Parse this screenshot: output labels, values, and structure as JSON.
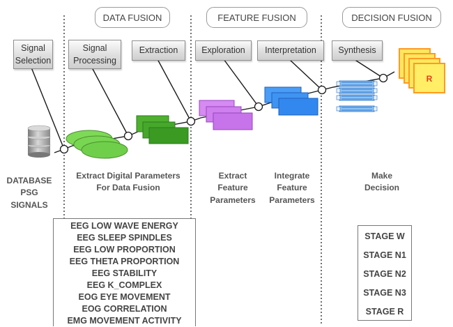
{
  "phases": {
    "data_fusion": "DATA FUSION",
    "feature_fusion": "FEATURE FUSION",
    "decision_fusion": "DECISION FUSION"
  },
  "steps": {
    "signal_selection": [
      "Signal",
      "Selection"
    ],
    "signal_processing": [
      "Signal",
      "Processing"
    ],
    "extraction": "Extraction",
    "exploration": "Exploration",
    "interpretation": "Interpretation",
    "synthesis": "Synthesis"
  },
  "labels": {
    "database": [
      "DATABASE",
      "PSG",
      "SIGNALS"
    ],
    "extract_digital": [
      "Extract Digital Parameters",
      "For Data Fusion"
    ],
    "extract_feature": [
      "Extract",
      "Feature",
      "Parameters"
    ],
    "integrate_feature": [
      "Integrate",
      "Feature",
      "Parameters"
    ],
    "make_decision": [
      "Make",
      "Decision"
    ]
  },
  "decision_card": "R",
  "parameters": [
    "EEG LOW WAVE ENERGY",
    "EEG SLEEP SPINDLES",
    "EEG LOW PROPORTION",
    "EEG THETA PROPORTION",
    "EEG STABILITY",
    "EEG K_COMPLEX",
    "EOG EYE MOVEMENT",
    "EOG CORRELATION",
    "EMG MOVEMENT ACTIVITY"
  ],
  "stages": [
    "STAGE W",
    "STAGE N1",
    "STAGE N2",
    "STAGE N3",
    "STAGE R"
  ],
  "colors": {
    "green": "#66cc44",
    "dark_green": "#3a9a2a",
    "violet": "#cc77ee",
    "blue": "#3a8ef0",
    "decision_fill": "#ffee66",
    "decision_edge": "#ff9a22",
    "decision_text": "#e0401a"
  }
}
